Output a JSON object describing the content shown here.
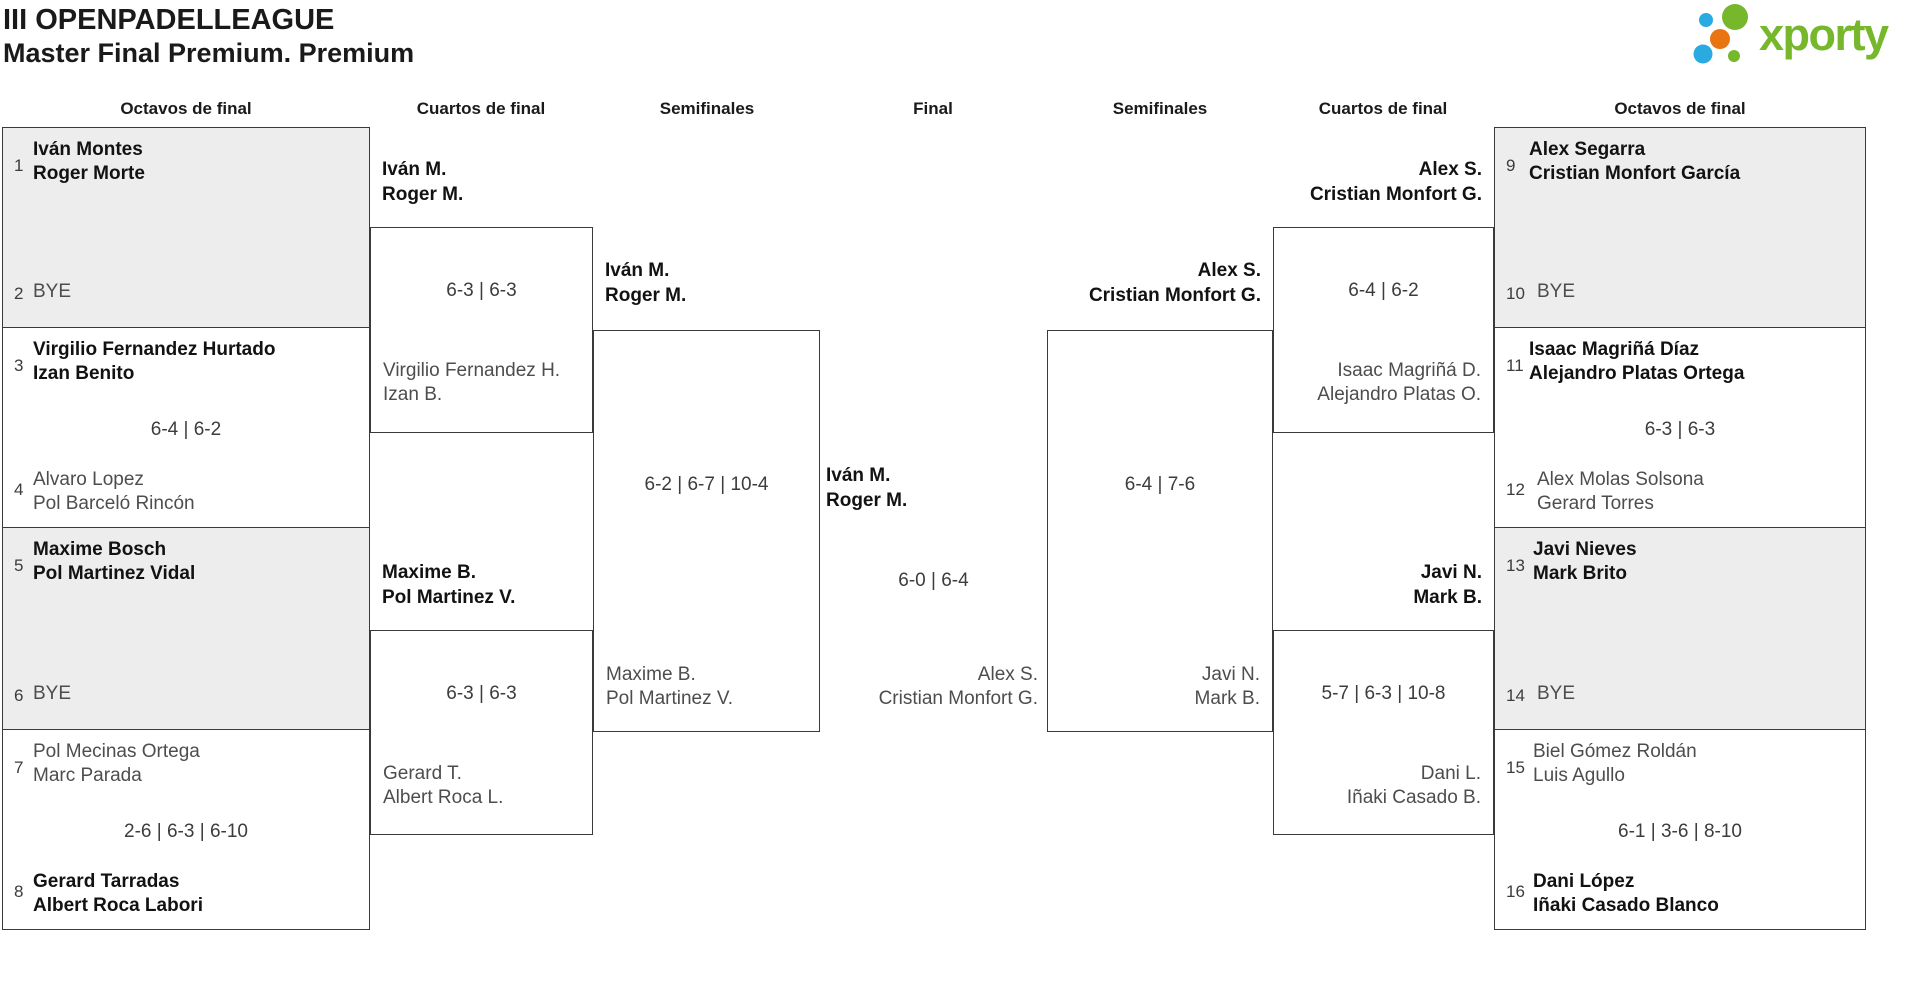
{
  "title": {
    "line1": "III OPENPADELLEAGUE",
    "line2": "Master Final Premium. Premium"
  },
  "logo": {
    "text": "xporty",
    "text_color": "#76b72b",
    "dot_green": "#76b72b",
    "dot_blue": "#29abe2",
    "dot_orange": "#e87511"
  },
  "round_headers": [
    "Octavos de final",
    "Cuartos de final",
    "Semifinales",
    "Final",
    "Semifinales",
    "Cuartos de final",
    "Octavos de final"
  ],
  "octavos_left": [
    {
      "seed_a": "1",
      "team_a1": "Iván Montes",
      "team_a2": "Roger Morte",
      "score": "",
      "seed_b": "2",
      "team_b1": "BYE",
      "team_b2": ""
    },
    {
      "seed_a": "3",
      "team_a1": "Virgilio Fernandez Hurtado",
      "team_a2": "Izan Benito",
      "score": "6-4 | 6-2",
      "seed_b": "4",
      "team_b1": "Alvaro Lopez",
      "team_b2": "Pol Barceló Rincón"
    },
    {
      "seed_a": "5",
      "team_a1": "Maxime Bosch",
      "team_a2": "Pol Martinez Vidal",
      "score": "",
      "seed_b": "6",
      "team_b1": "BYE",
      "team_b2": ""
    },
    {
      "seed_a": "7",
      "team_a1": "Pol Mecinas Ortega",
      "team_a2": "Marc Parada",
      "score": "2-6 | 6-3 | 6-10",
      "seed_b": "8",
      "team_b1": "Gerard Tarradas",
      "team_b2": "Albert Roca Labori"
    }
  ],
  "octavos_right": [
    {
      "seed_a": "9",
      "team_a1": "Alex Segarra",
      "team_a2": "Cristian Monfort García",
      "score": "",
      "seed_b": "10",
      "team_b1": "BYE",
      "team_b2": ""
    },
    {
      "seed_a": "11",
      "team_a1": "Isaac Magriñá Díaz",
      "team_a2": "Alejandro Platas Ortega",
      "score": "6-3 | 6-3",
      "seed_b": "12",
      "team_b1": "Alex Molas Solsona",
      "team_b2": "Gerard Torres"
    },
    {
      "seed_a": "13",
      "team_a1": "Javi Nieves",
      "team_a2": "Mark Brito",
      "score": "",
      "seed_b": "14",
      "team_b1": "BYE",
      "team_b2": ""
    },
    {
      "seed_a": "15",
      "team_a1": "Biel Gómez Roldán",
      "team_a2": "Luis Agullo",
      "score": "6-1 | 3-6 | 8-10",
      "seed_b": "16",
      "team_b1": "Dani López",
      "team_b2": "Iñaki Casado Blanco"
    }
  ],
  "cuartos_left": [
    {
      "winner1": "Iván M.",
      "winner2": "Roger M.",
      "score": "6-3 | 6-3",
      "loser1": "Virgilio Fernandez H.",
      "loser2": "Izan B."
    },
    {
      "winner1": "Maxime B.",
      "winner2": "Pol Martinez V.",
      "score": "6-3 | 6-3",
      "loser1": "Gerard T.",
      "loser2": "Albert Roca L."
    }
  ],
  "cuartos_right": [
    {
      "winner1": "Alex S.",
      "winner2": "Cristian Monfort G.",
      "score": "6-4 | 6-2",
      "loser1": "Isaac Magriñá D.",
      "loser2": "Alejandro Platas O."
    },
    {
      "winner1": "Javi N.",
      "winner2": "Mark B.",
      "score": "5-7 | 6-3 | 10-8",
      "loser1": "Dani L.",
      "loser2": "Iñaki Casado B."
    }
  ],
  "semifinal_left": {
    "winner1": "Iván M.",
    "winner2": "Roger M.",
    "score": "6-2 | 6-7 | 10-4",
    "loser1": "Maxime B.",
    "loser2": "Pol Martinez V."
  },
  "semifinal_right": {
    "winner1": "Alex S.",
    "winner2": "Cristian Monfort G.",
    "score": "6-4 | 7-6",
    "loser1": "Javi N.",
    "loser2": "Mark B."
  },
  "final": {
    "winner1": "Iván M.",
    "winner2": "Roger M.",
    "score": "6-0 | 6-4",
    "loser1": "Alex S.",
    "loser2": "Cristian Monfort G."
  }
}
